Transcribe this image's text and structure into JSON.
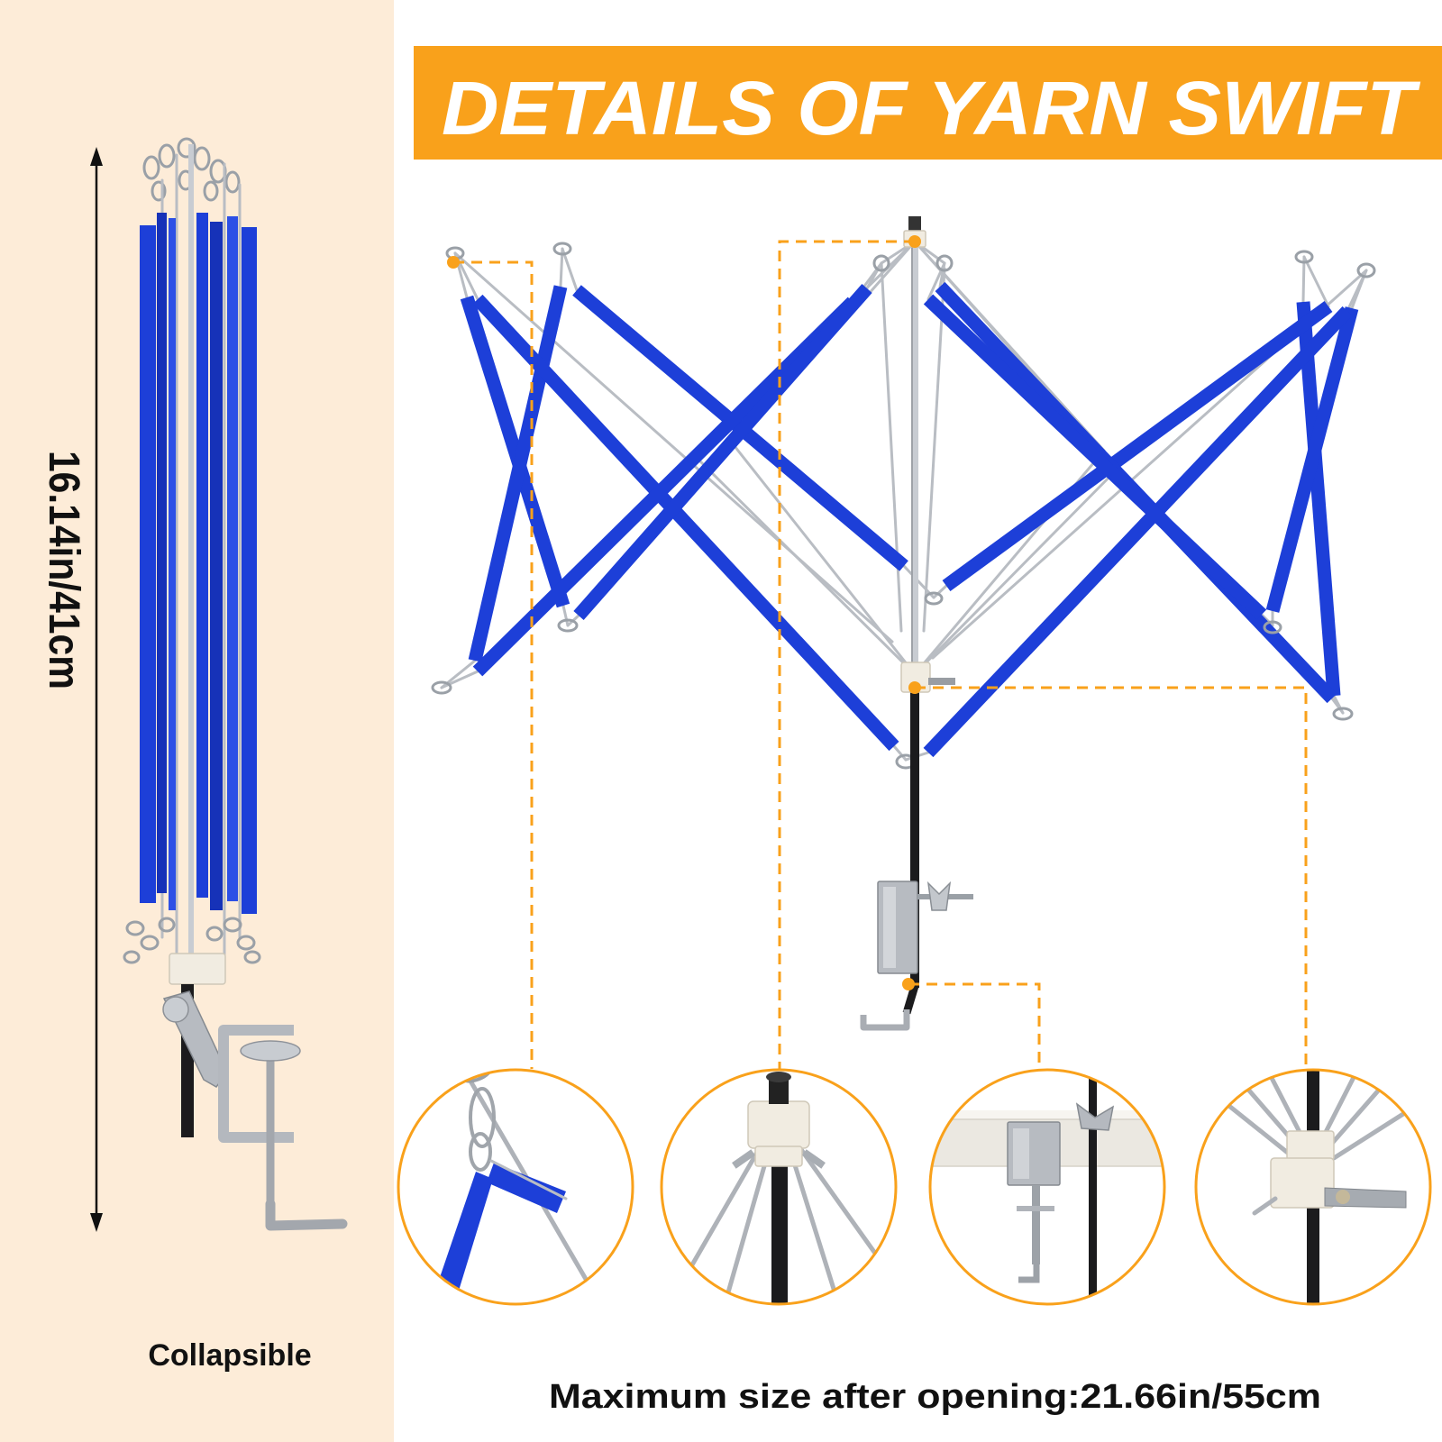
{
  "banner": {
    "title": "DETAILS OF YARN SWIFT"
  },
  "collapsed": {
    "height_label": "16.14in/41cm",
    "caption": "Collapsible"
  },
  "open": {
    "size_label": "Maximum size after opening:21.66in/55cm"
  },
  "colors": {
    "accent_orange": "#f9a11b",
    "side_panel_beige": "#fdecd8",
    "arm_blue": "#1d3fd8",
    "metal_silver": "#b9bdc3",
    "pole_black": "#1b1b1d"
  }
}
